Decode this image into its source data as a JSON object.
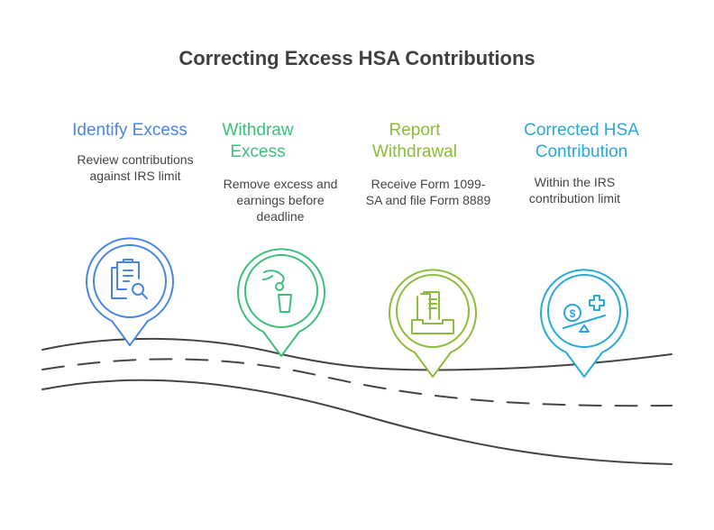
{
  "title": "Correcting Excess HSA Contributions",
  "steps": [
    {
      "title": "Identify Excess",
      "desc": "Review contributions against IRS limit",
      "color": "#4a86e0",
      "icon": "clipboard-search-icon"
    },
    {
      "title": "Withdraw Excess",
      "desc": "Remove excess and earnings before deadline",
      "color": "#3cbf7a",
      "icon": "hand-coin-bucket-icon"
    },
    {
      "title": "Report Withdrawal",
      "desc": "Receive Form 1099-SA and file Form 8889",
      "color": "#8cbd3a",
      "icon": "document-tray-icon"
    },
    {
      "title": "Corrected HSA Contribution",
      "desc": "Within the IRS contribution limit",
      "color": "#29a8d8",
      "icon": "balance-dollar-health-icon"
    }
  ]
}
